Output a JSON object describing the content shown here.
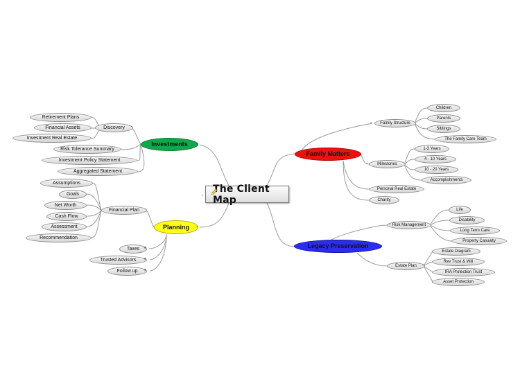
{
  "central": {
    "title": "The Client  Map",
    "toggle": "-",
    "icon": "pencil-icon"
  },
  "colors": {
    "investments": "#10a84a",
    "family": "#ee1111",
    "planning": "#ffff11",
    "legacy": "#2b2bf2",
    "link": "#9a9a9a"
  },
  "branches": {
    "investments": {
      "label": "Investments",
      "toggle": "-",
      "children": {
        "discovery": {
          "label": "Discovery",
          "toggle": "-",
          "children": [
            "Retirement Plans",
            "Financial Assets",
            "Investment Real Estate"
          ]
        },
        "items": [
          "Risk Tolerance Summary",
          "Investment Policy Statement",
          "Aggregated Statement"
        ]
      }
    },
    "family": {
      "label": "Family Matters",
      "children": {
        "structure": {
          "label": "Family Structure",
          "toggle": "-",
          "children": [
            "Children",
            "Parents",
            "Siblings",
            "The Family Care Team"
          ]
        },
        "milestones": {
          "label": "Milestones",
          "toggle": "-",
          "children": [
            "1-3 Years",
            "4 - 10 Years",
            "10 - 20 Years",
            "Accomplishments"
          ]
        },
        "items": [
          "Personal Real Estate",
          "Charity"
        ]
      }
    },
    "planning": {
      "label": "Planning",
      "toggle": "-",
      "children": {
        "financial_plan": {
          "label": "Financial Plan",
          "toggle": "-",
          "children": [
            "Assumptions",
            "Goals",
            "Net Worth",
            "Cash Flow",
            "Assessment",
            "Recommendation"
          ]
        },
        "items": [
          {
            "label": "Taxes",
            "toggle": "+"
          },
          {
            "label": "Trusted Advisors",
            "toggle": "+"
          },
          {
            "label": "Follow up",
            "toggle": "+"
          }
        ]
      }
    },
    "legacy": {
      "label": "Legacy Preservation",
      "children": {
        "risk": {
          "label": "Risk Management",
          "toggle": "-",
          "children": [
            "Life",
            "Disability",
            "Long Term Care",
            "Property Casualty"
          ]
        },
        "estate": {
          "label": "Estate Plan",
          "toggle": "-",
          "children": [
            "Estate Diagram",
            "Rev Trust & Will",
            "IRA Protection Trust",
            "Asset Protection"
          ]
        }
      }
    }
  }
}
